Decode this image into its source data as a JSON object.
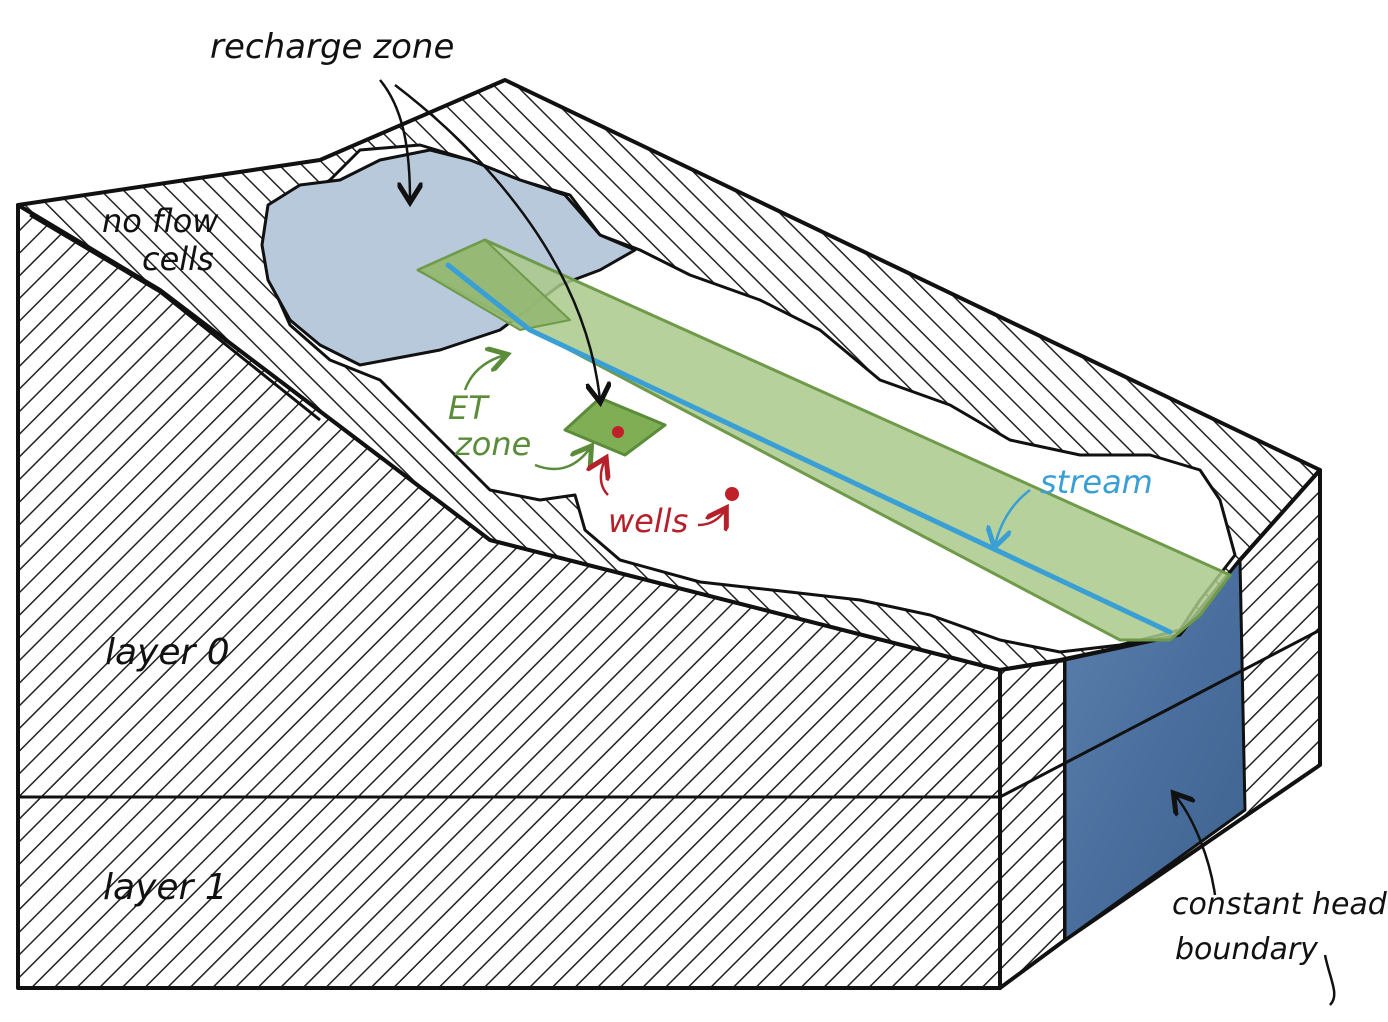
{
  "labels": {
    "recharge_zone": "recharge zone",
    "no_flow_line1": "no flow",
    "no_flow_line2": "cells",
    "et_line1": "ET",
    "et_line2": "zone",
    "wells": "wells",
    "stream": "stream",
    "layer0": "layer 0",
    "layer1": "layer 1",
    "constant_head_line1": "constant head",
    "constant_head_line2": "boundary"
  },
  "colors": {
    "outline": "#111111",
    "hatch": "#222222",
    "recharge_fill": "#b9c9dc",
    "et_fill": "#a9c98a",
    "et_stroke": "#6f9a4a",
    "et_patch_fill": "#7fae55",
    "stream": "#3a9fd4",
    "wells": "#c0202a",
    "constant_head": "#4a6f9e",
    "green_text": "#5b8c3a",
    "red_text": "#b5202a",
    "blue_text": "#3a9fd4"
  }
}
